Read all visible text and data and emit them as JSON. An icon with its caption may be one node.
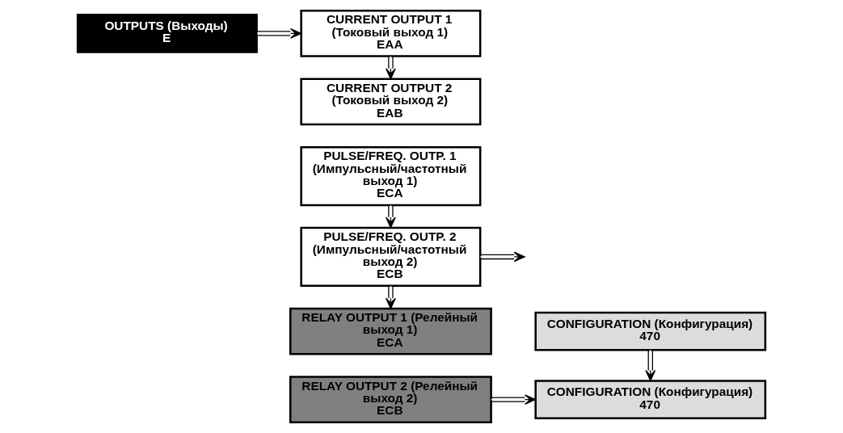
{
  "diagram": {
    "nodes": [
      {
        "text": [
          "OUTPUTS (Выходы)",
          "E"
        ]
      },
      {
        "text": [
          "CURRENT OUTPUT 1 (Токовый выход 1)",
          "EAA"
        ]
      },
      {
        "text": [
          "CURRENT OUTPUT 2 (Токовый выход 2)",
          "EAB"
        ]
      },
      {
        "text": [
          "PULSE/FREQ. OUTP. 1 (Импульсный/частотный выход 1)",
          "ECA"
        ]
      },
      {
        "text": [
          "PULSE/FREQ. OUTP. 2 (Импульсный/частотный выход 2)",
          "ECB"
        ]
      },
      {
        "text": [
          "RELAY OUTPUT 1 (Релейный выход 1)",
          "ECA"
        ]
      },
      {
        "text": [
          "RELAY OUTPUT 2 (Релейный выход 2)",
          "ECB"
        ]
      },
      {
        "text": [
          "CONFIGURATION (Конфигурация)",
          "470"
        ]
      },
      {
        "text": [
          "CONFIGURATION (Конфигурация)",
          "470"
        ]
      }
    ],
    "edges": [
      {
        "from": 0,
        "to": 1,
        "arrow": "to"
      },
      {
        "from": 1,
        "to": 2,
        "arrow": "to"
      },
      {
        "from": 3,
        "to": 4,
        "arrow": "to"
      },
      {
        "from": 4,
        "to": null,
        "arrow": "to"
      },
      {
        "from": 4,
        "to": 5,
        "arrow": "to"
      },
      {
        "from": 7,
        "to": 8,
        "arrow": "to"
      },
      {
        "from": 6,
        "to": 8,
        "arrow": "to"
      }
    ]
  }
}
